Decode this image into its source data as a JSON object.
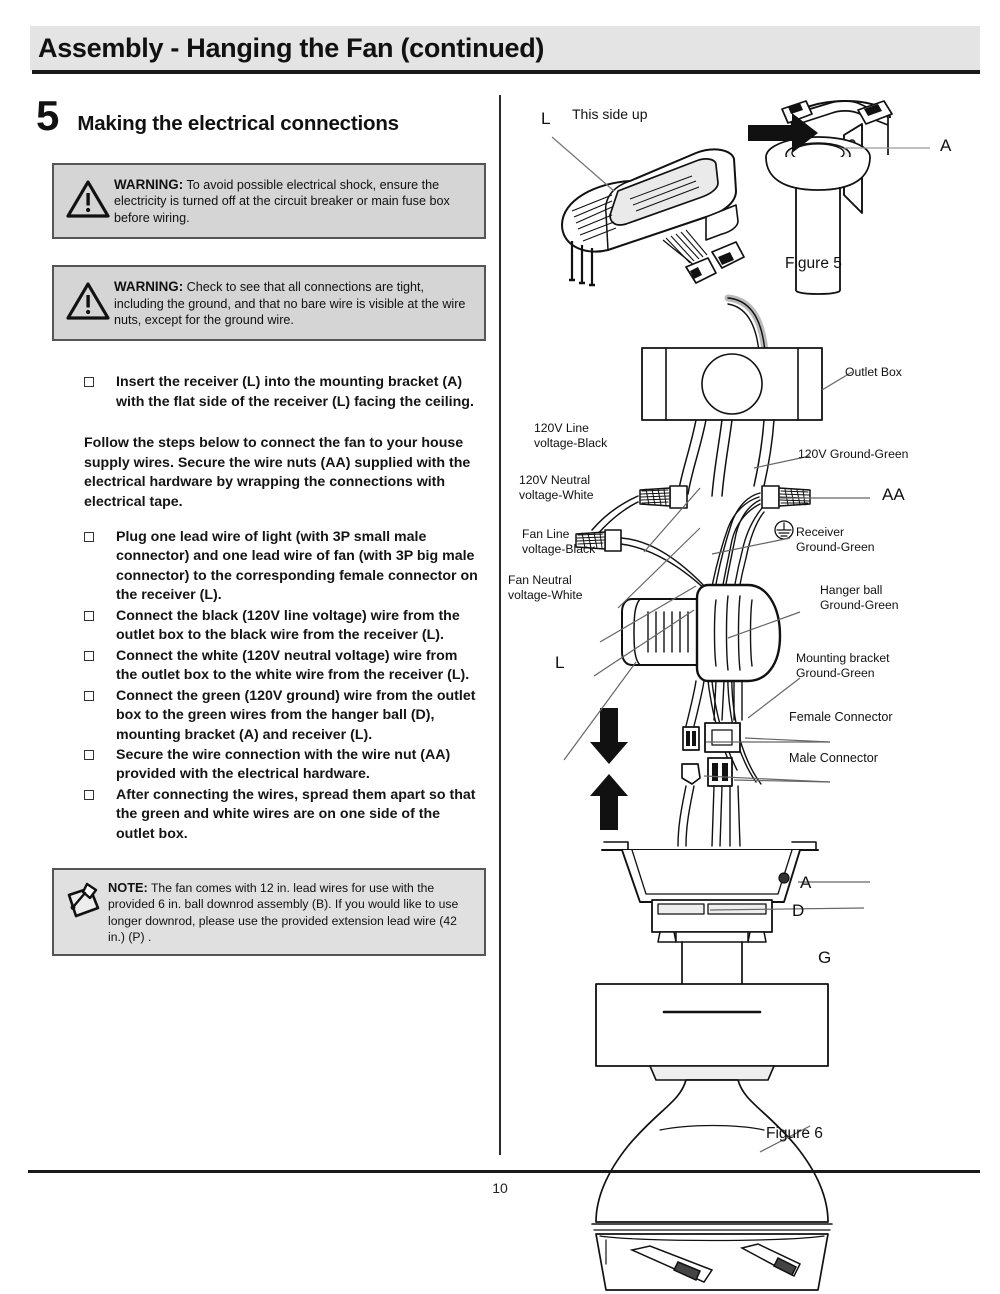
{
  "header": {
    "title": "Assembly - Hanging the Fan (continued)"
  },
  "step": {
    "number": "5",
    "title": "Making the electrical connections"
  },
  "warnings": [
    {
      "icon": "warning-triangle-icon",
      "label": "WARNING:",
      "text": " To avoid possible electrical shock, ensure the electricity is turned off at the circuit  breaker or main fuse box before wiring."
    },
    {
      "icon": "warning-triangle-icon",
      "label": "WARNING:",
      "text": " Check to see that all connections are tight, including the ground, and that no bare wire is visible at the wire nuts, except for the ground wire."
    }
  ],
  "instructions": {
    "first_bullet": "Insert the receiver (L) into the mounting bracket (A) with the flat side of the receiver (L) facing the ceiling.",
    "paragraph": "Follow the steps below to connect the fan to your house supply wires. Secure the wire nuts (AA) supplied with the electrical hardware by wrapping the connections with electrical tape.",
    "bullets": [
      "Plug one lead wire of light (with 3P small male connector) and one lead wire of fan (with 3P big male connector) to the corresponding female connector on the receiver (L).",
      "Connect the black (120V line voltage) wire from the outlet box to the black wire from the receiver (L).",
      "Connect the white (120V neutral voltage) wire from the outlet box to the white wire from the receiver (L).",
      "Connect the green (120V ground) wire from the outlet box to the green wires from the hanger ball (D), mounting bracket (A) and receiver (L).",
      "Secure the wire connection with the wire nut (AA) provided with the electrical hardware.",
      "After connecting the wires, spread them apart so that the green and white wires are on one side of the outlet box."
    ]
  },
  "note": {
    "icon": "note-pin-icon",
    "label": "NOTE:",
    "text": " The fan comes with 12 in. lead wires for use with the provided 6 in. ball downrod assembly (B). If you would like to use longer downrod, please use the provided extension lead wire (42 in.) (P) ."
  },
  "figure5": {
    "caption": "Figure 5",
    "labels": {
      "receiver": "L",
      "this_side_up": "This side up",
      "bracket": "A"
    }
  },
  "figure6": {
    "caption": "Figure 6",
    "labels": {
      "outlet_box": "Outlet Box",
      "line_black": "120V Line\nvoltage-Black",
      "line_black_l1": "120V Line",
      "line_black_l2": "voltage-Black",
      "neutral_white_l1": "120V Neutral",
      "neutral_white_l2": "voltage-White",
      "fan_line_l1": "Fan Line",
      "fan_line_l2": "voltage-Black",
      "fan_neutral_l1": "Fan Neutral",
      "fan_neutral_l2": "voltage-White",
      "ground_green": "120V Ground-Green",
      "wire_nut": "AA",
      "receiver_ground_l1": "Receiver",
      "receiver_ground_l2": "Ground-Green",
      "hanger_ball_l1": "Hanger ball",
      "hanger_ball_l2": "Ground-Green",
      "mounting_bracket_l1": "Mounting bracket",
      "mounting_bracket_l2": "Ground-Green",
      "receiver": "L",
      "female_connector": "Female Connector",
      "male_connector": "Male Connector",
      "bracket": "A",
      "hanger_ball": "D",
      "glass_shade": "G"
    }
  },
  "footer": {
    "page_number": "10"
  }
}
